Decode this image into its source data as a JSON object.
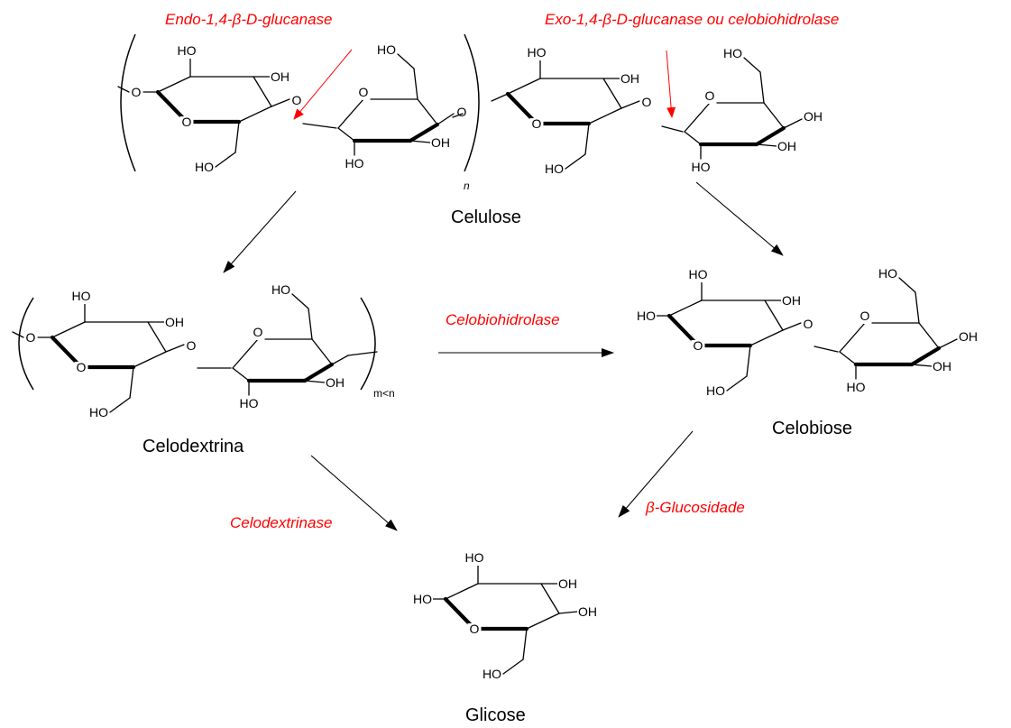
{
  "compounds": {
    "cellulose": "Celulose",
    "celodextrin": "Celodextrina",
    "cellobiose": "Celobiose",
    "glucose": "Glicose"
  },
  "enzymes": {
    "endo": "Endo-1,4-β-D-glucanase",
    "exo": "Exo-1,4-β-D-glucanase ou celobiohidrolase",
    "cellobiohydrolase": "Celobiohidrolase",
    "celodextrinase": "Celodextrinase",
    "beta_glucosidase": "β-Glucosidade"
  },
  "indices": {
    "cellulose_repeat": "n",
    "celodextrin_repeat": "m<n"
  },
  "atoms": {
    "oxygen": "O",
    "hydroxyl_right": "OH",
    "hydroxyl_left": "HO"
  },
  "colors": {
    "enzyme": "#ff0000",
    "structure": "#000000"
  }
}
